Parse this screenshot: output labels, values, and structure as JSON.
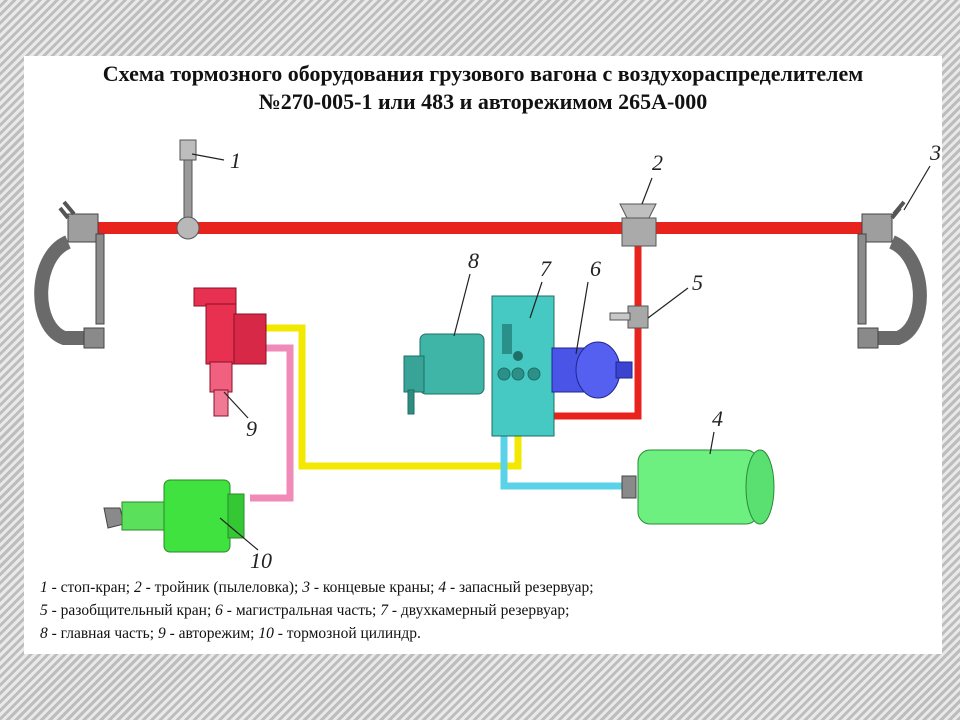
{
  "title": {
    "line1": "Схема тормозного оборудования грузового вагона с воздухораспределителем",
    "line2": "№270-005-1 или 483 и авторежимом 265А-000"
  },
  "callouts": [
    "1",
    "2",
    "3",
    "4",
    "5",
    "6",
    "7",
    "8",
    "9",
    "10"
  ],
  "legend": [
    [
      {
        "n": "1",
        "t": " - стоп-кран; "
      },
      {
        "n": "2",
        "t": " - тройник (пылеловка); "
      },
      {
        "n": "3",
        "t": " - концевые краны; "
      },
      {
        "n": "4",
        "t": " - запасный резервуар;"
      }
    ],
    [
      {
        "n": "5",
        "t": " - разобщительный кран; "
      },
      {
        "n": "6",
        "t": " - магистральная часть; "
      },
      {
        "n": "7",
        "t": " - двухкамерный резервуар;"
      }
    ],
    [
      {
        "n": "8",
        "t": " - главная часть; "
      },
      {
        "n": "9",
        "t": " - авторежим; "
      },
      {
        "n": "10",
        "t": " - тормозной цилиндр."
      }
    ]
  ],
  "colors": {
    "brake_pipe": "#e8221c",
    "feed_pipe": "#f2e800",
    "reservoir_pipe": "#5ad3e8",
    "cylinder_pipe": "#f08ab8",
    "auto_regime": "#e83050",
    "main_part": "#3fb5a8",
    "two_chamber": "#46c9c2",
    "trunk_part": "#4a55e8",
    "reservoir": "#6ef080",
    "cylinder": "#3fe23f",
    "hose": "#6a6a6a"
  }
}
